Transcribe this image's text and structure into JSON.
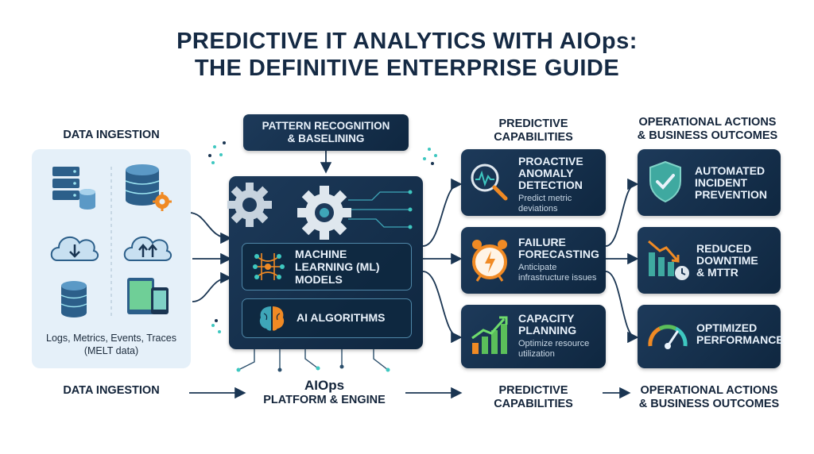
{
  "title": {
    "line1": "PREDICTIVE IT ANALYTICS WITH AIOps:",
    "line2": "THE DEFINITIVE ENTERPRISE GUIDE"
  },
  "columns": {
    "ingestion": "DATA INGESTION",
    "predictive": {
      "line1": "PREDICTIVE",
      "line2": "CAPABILITIES"
    },
    "outcomes": {
      "line1": "OPERATIONAL ACTIONS",
      "line2": "& BUSINESS OUTCOMES"
    }
  },
  "ingestion": {
    "caption_line1": "Logs, Metrics, Events, Traces",
    "caption_line2": "(MELT data)",
    "icons": [
      "server-icon",
      "database-gear-icon",
      "cloud-download-icon",
      "cloud-upload-icon",
      "database-icon",
      "mobile-devices-icon"
    ]
  },
  "engine": {
    "pattern_line1": "PATTERN RECOGNITION",
    "pattern_line2": "& BASELINING",
    "ml_line1": "MACHINE",
    "ml_line2": "LEARNING (ML)",
    "ml_line3": "MODELS",
    "ai": "AI ALGORITHMS"
  },
  "predictive": [
    {
      "title": [
        "PROACTIVE",
        "ANOMALY",
        "DETECTION"
      ],
      "sub": [
        "Predict metric",
        "deviations"
      ],
      "icon": "magnifier-pulse-icon"
    },
    {
      "title": [
        "FAILURE",
        "FORECASTING"
      ],
      "sub": [
        "Anticipate",
        "infrastructure issues"
      ],
      "icon": "alarm-clock-icon"
    },
    {
      "title": [
        "CAPACITY",
        "PLANNING"
      ],
      "sub": [
        "Optimize resource",
        "utilization"
      ],
      "icon": "growth-chart-icon"
    }
  ],
  "outcomes": [
    {
      "title": [
        "AUTOMATED",
        "INCIDENT",
        "PREVENTION"
      ],
      "icon": "shield-check-icon"
    },
    {
      "title": [
        "REDUCED",
        "DOWNTIME",
        "& MTTR"
      ],
      "icon": "declining-chart-icon"
    },
    {
      "title": [
        "OPTIMIZED",
        "PERFORMANCE"
      ],
      "icon": "speedometer-icon"
    }
  ],
  "bottom": {
    "ingestion": "DATA INGESTION",
    "platform_line1": "AIOps",
    "platform_line2": "PLATFORM & ENGINE",
    "predictive_line1": "PREDICTIVE",
    "predictive_line2": "CAPABILITIES",
    "outcomes_line1": "OPERATIONAL ACTIONS",
    "outcomes_line2": "& BUSINESS OUTCOMES"
  },
  "colors": {
    "navy": "#13243a",
    "teal": "#3ec7c0",
    "orange": "#f08a24",
    "green": "#5bbf5a",
    "panel": "#e5f0f9"
  }
}
